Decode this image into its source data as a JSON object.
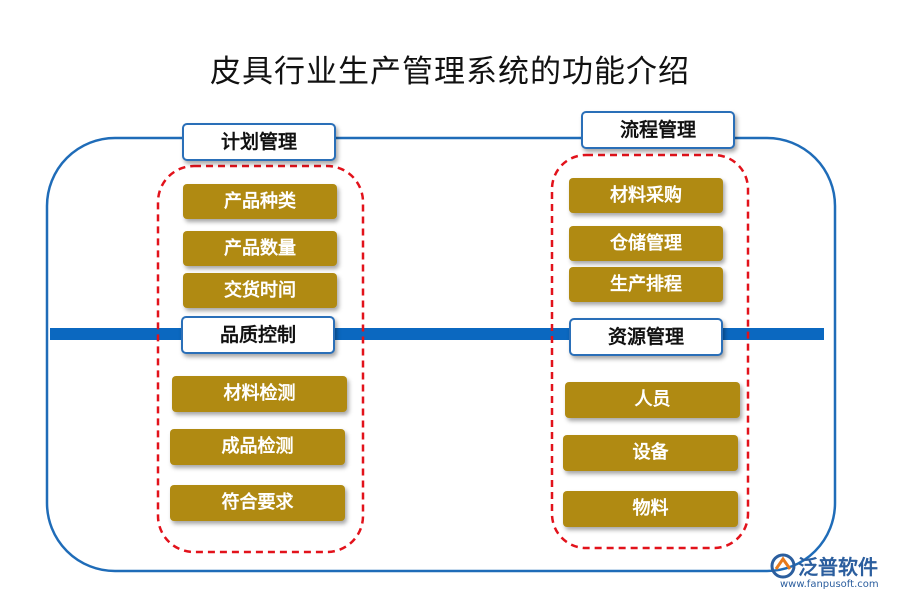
{
  "title": "皮具行业生产管理系统的功能介绍",
  "colors": {
    "frame": "#1f6cb8",
    "bar": "#0b68c0",
    "dashed": "#e2121b",
    "item": "#b08a12",
    "item_text": "#ffffff"
  },
  "groups": [
    {
      "header": "计划管理",
      "items": [
        "产品种类",
        "产品数量",
        "交货时间"
      ]
    },
    {
      "header": "流程管理",
      "items": [
        "材料采购",
        "仓储管理",
        "生产排程"
      ]
    },
    {
      "header": "品质控制",
      "items": [
        "材料检测",
        "成品检测",
        "符合要求"
      ]
    },
    {
      "header": "资源管理",
      "items": [
        "人员",
        "设备",
        "物料"
      ]
    }
  ],
  "logo": {
    "name": "泛普软件",
    "url": "www.fanpusoft.com"
  }
}
